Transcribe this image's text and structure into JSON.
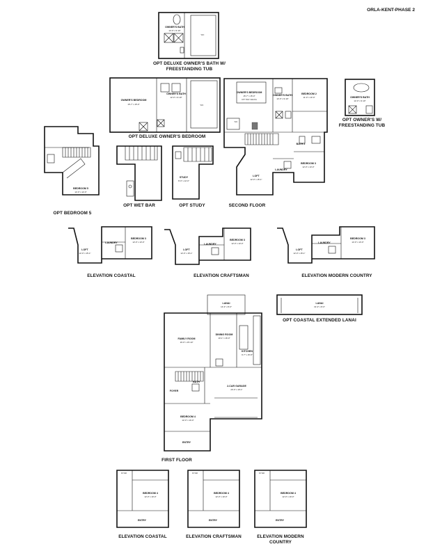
{
  "plan_code": "ORLA-KENT-PHASE 2",
  "captions": {
    "opt_deluxe_bath": "OPT DELUXE OWNER'S BATH W/ FREESTANDING TUB",
    "opt_deluxe_bedroom": "OPT DELUXE OWNER'S BEDROOM",
    "opt_owners_freestanding": "OPT OWNER'S W/ FREESTANDING TUB",
    "opt_bedroom5": "OPT BEDROOM 5",
    "opt_wet_bar": "OPT WET BAR",
    "opt_study": "OPT STUDY",
    "second_floor": "SECOND FLOOR",
    "elev_coastal_2": "ELEVATION COASTAL",
    "elev_craftsman_2": "ELEVATION CRAFTSMAN",
    "elev_modern_2": "ELEVATION MODERN COUNTRY",
    "opt_lanai": "OPT COASTAL EXTENDED LANAI",
    "first_floor": "FIRST FLOOR",
    "elev_coastal_1": "ELEVATION COASTAL",
    "elev_craftsman_1": "ELEVATION CRAFTSMAN",
    "elev_modern_1": "ELEVATION MODERN COUNTRY"
  },
  "rooms": {
    "owners_bath": "OWNER'S BATH",
    "owners_bedroom": "OWNER'S BEDROOM",
    "bedroom2": "BEDROOM 2",
    "bedroom3": "BEDROOM 3",
    "bedroom4": "BEDROOM 4",
    "bedroom5": "BEDROOM 5",
    "bath": "BATH",
    "bath2": "BATH 2",
    "loft": "LOFT",
    "laundry": "LAUNDRY",
    "study": "STUDY",
    "lanai": "LANAI",
    "family_room": "FAMILY ROOM",
    "dining_room": "DINING ROOM",
    "kitchen": "KITCHEN",
    "garage": "2-CAR GARAGE",
    "foyer": "FOYER",
    "entry": "ENTRY",
    "wic": "WIC"
  },
  "dims": {
    "owners_bath": "12'-0\" x 9'-10\"",
    "owners_bedroom": "15'-7\" x 15'-0\"",
    "tray": "OPT TRAY CEILING",
    "bedroom2": "11'-0\" x 13'-0\"",
    "bedroom3": "12'-0\" x 13'-0\"",
    "bedroom4": "12'-0\" x 10'-0\"",
    "bedroom5": "12'-0\" x 12'-0\"",
    "loft": "12'-0\" x 15'-1\"",
    "study": "8'-0\" x 12'-0\"",
    "lanai": "14'-0\" x 8'-0\"",
    "lanai_ext": "31'-0\" x 8'-0\"",
    "family_room": "16'-0\" x 15'-10\"",
    "dining_room": "10'-1\" x 16'-0\"",
    "kitchen": "9'-7\" x 15'-8\"",
    "garage": "20'-0\" x 19'-1\""
  }
}
